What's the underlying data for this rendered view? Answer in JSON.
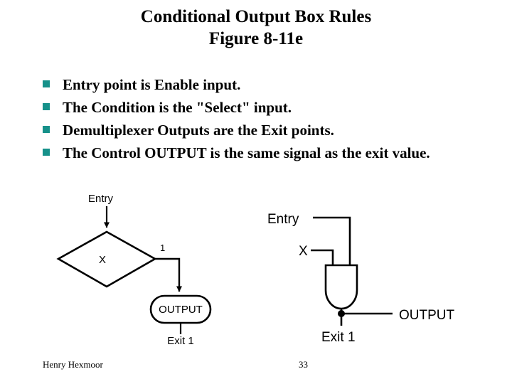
{
  "slide": {
    "title_line1": "Conditional Output Box Rules",
    "title_line2": "Figure 8-11e",
    "bullet_color": "#16918A",
    "bullets": [
      "Entry point is Enable input.",
      "The Condition is the \"Select\" input.",
      "Demultiplexer Outputs are the Exit points.",
      "The Control OUTPUT is the same signal as the exit value."
    ]
  },
  "figure": {
    "flowchart": {
      "entry_label": "Entry",
      "decision_label": "X",
      "branch_label": "1",
      "output_box_label": "OUTPUT",
      "exit_label": "Exit 1"
    },
    "logic": {
      "input1_label": "Entry",
      "input2_label": "X",
      "output_label": "OUTPUT",
      "exit_label": "Exit 1",
      "gate_type": "and-gate"
    }
  },
  "footer": {
    "author": "Henry Hexmoor",
    "page_number": "33"
  }
}
